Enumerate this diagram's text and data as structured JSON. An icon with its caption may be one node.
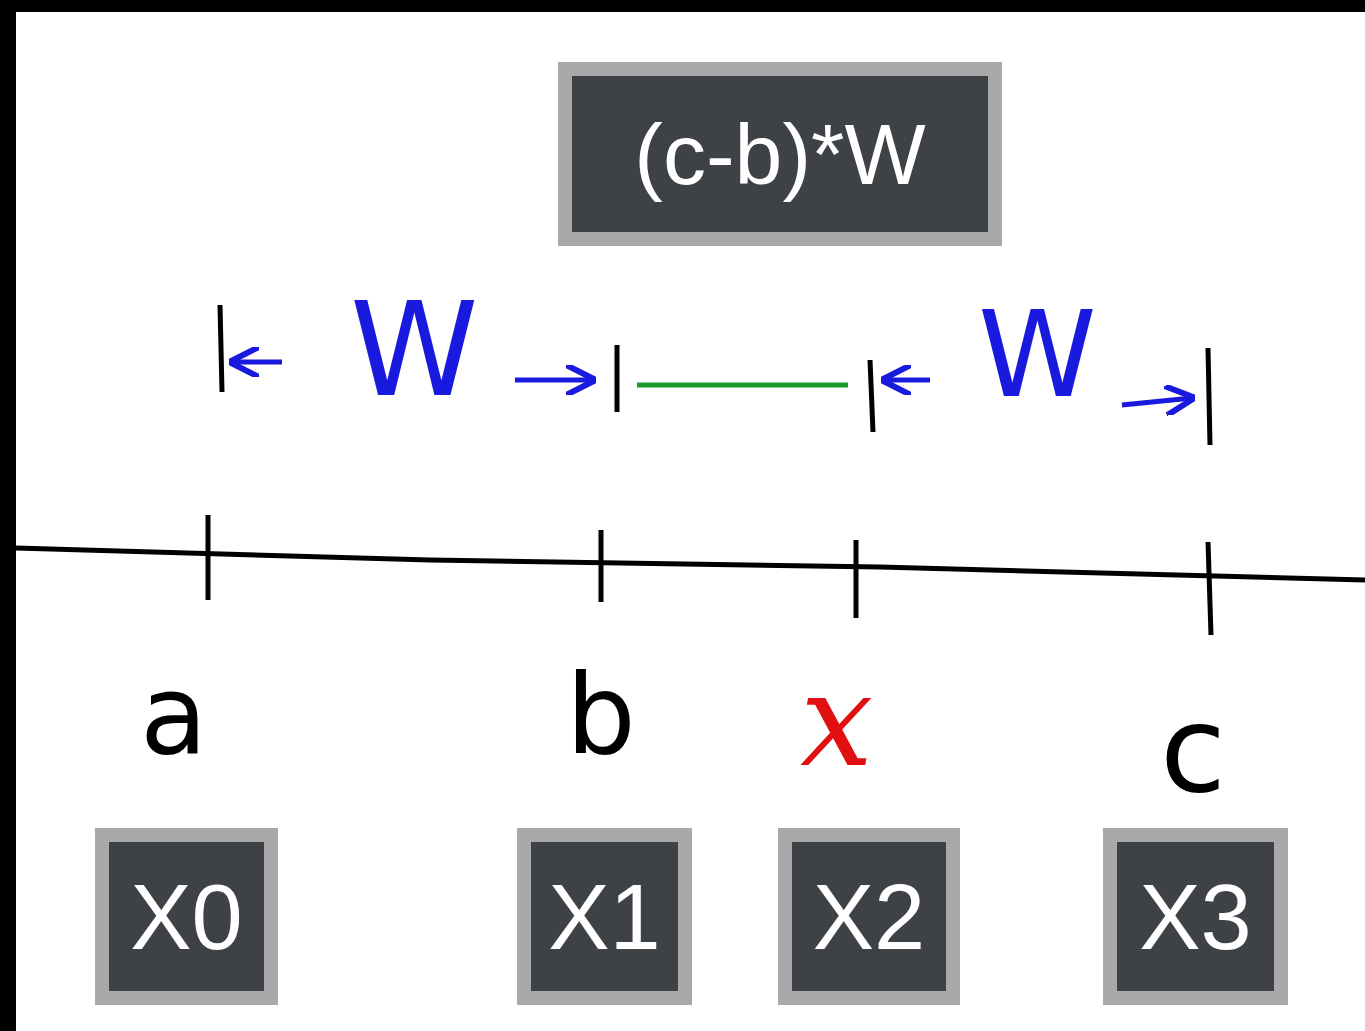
{
  "diagram": {
    "nodes": [
      {
        "text": [
          "(c-b)*W"
        ]
      },
      {
        "text": [
          "X0"
        ]
      },
      {
        "text": [
          "X1"
        ]
      },
      {
        "text": [
          "X2"
        ]
      },
      {
        "text": [
          "X3"
        ]
      }
    ],
    "labels": [
      "W",
      "W",
      "a",
      "b",
      "x",
      "c"
    ]
  }
}
